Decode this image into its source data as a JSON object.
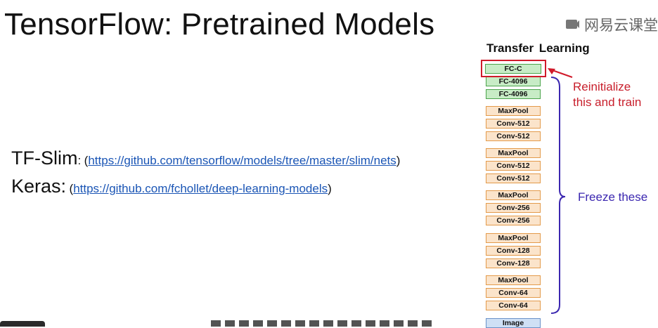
{
  "slide": {
    "title": "TensorFlow: Pretrained Models",
    "watermark": "网易云课堂"
  },
  "repos": [
    {
      "name": "TF-Slim",
      "sep": ":",
      "open": "(",
      "link": "https://github.com/tensorflow/models/tree/master/slim/nets",
      "close": ")"
    },
    {
      "name": "Keras",
      "sep": ":",
      "open": "(",
      "link": "https://github.com/fchollet/deep-learning-models",
      "close": ")"
    }
  ],
  "transfer": {
    "heading": "Transfer  Learning",
    "layers": [
      {
        "label": "FC-C",
        "kind": "fc"
      },
      {
        "label": "FC-4096",
        "kind": "fc"
      },
      {
        "label": "FC-4096",
        "kind": "fc"
      },
      {
        "label": "MaxPool",
        "kind": "conv"
      },
      {
        "label": "Conv-512",
        "kind": "conv"
      },
      {
        "label": "Conv-512",
        "kind": "conv"
      },
      {
        "label": "MaxPool",
        "kind": "conv"
      },
      {
        "label": "Conv-512",
        "kind": "conv"
      },
      {
        "label": "Conv-512",
        "kind": "conv"
      },
      {
        "label": "MaxPool",
        "kind": "conv"
      },
      {
        "label": "Conv-256",
        "kind": "conv"
      },
      {
        "label": "Conv-256",
        "kind": "conv"
      },
      {
        "label": "MaxPool",
        "kind": "conv"
      },
      {
        "label": "Conv-128",
        "kind": "conv"
      },
      {
        "label": "Conv-128",
        "kind": "conv"
      },
      {
        "label": "MaxPool",
        "kind": "conv"
      },
      {
        "label": "Conv-64",
        "kind": "conv"
      },
      {
        "label": "Conv-64",
        "kind": "conv"
      },
      {
        "label": "Image",
        "kind": "img"
      }
    ],
    "annotation_reinit": [
      "Reinitialize",
      "this and train"
    ],
    "annotation_freeze": "Freeze these"
  },
  "colors": {
    "link": "#1a55b5",
    "highlight_box": "#d01a2a",
    "reinit_text": "#c81e2b",
    "freeze_text": "#3b27b0",
    "fc_fill": "#c8ecc6",
    "conv_fill": "#fbe4cb"
  }
}
